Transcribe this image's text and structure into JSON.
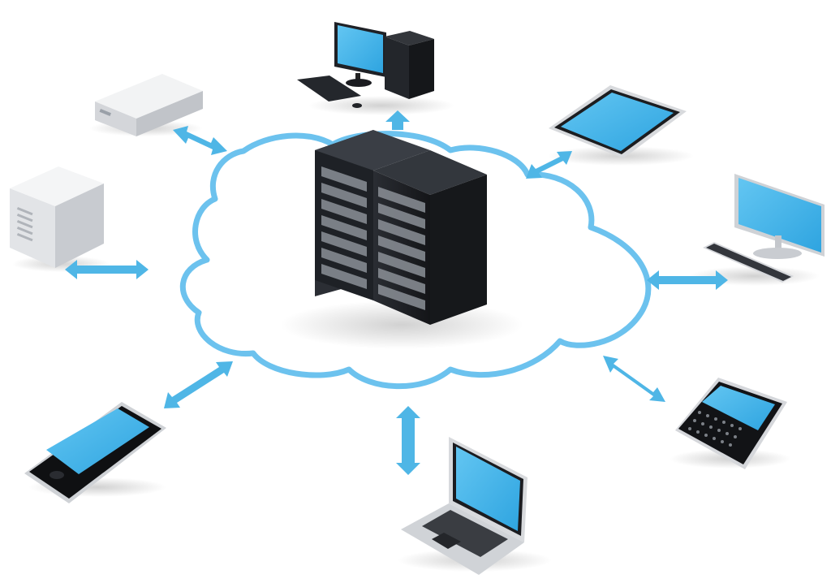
{
  "colors": {
    "accent_blue": "#4fb6e6",
    "cloud_stroke": "#6cc2ee",
    "screen_blue": "#4ab8ec",
    "server_dark": "#1d1f24",
    "device_white": "#ecedef",
    "device_gray": "#c9ccd1",
    "phone_black": "#111214"
  },
  "diagram": {
    "center": {
      "name": "server-rack",
      "icon": "server-rack-icon"
    },
    "cloud": {
      "name": "cloud-network",
      "icon": "cloud-icon"
    },
    "nodes": [
      {
        "name": "desktop-computer",
        "icon": "desktop-computer-icon"
      },
      {
        "name": "tablet",
        "icon": "tablet-icon"
      },
      {
        "name": "monitor-workstation",
        "icon": "monitor-icon"
      },
      {
        "name": "smartphone-qwerty",
        "icon": "qwerty-phone-icon"
      },
      {
        "name": "laptop",
        "icon": "laptop-icon"
      },
      {
        "name": "smartphone-touch",
        "icon": "touch-phone-icon"
      },
      {
        "name": "tower-server",
        "icon": "tower-server-icon"
      },
      {
        "name": "network-appliance",
        "icon": "rack-appliance-icon"
      }
    ],
    "connectors": {
      "style": "double-headed-arrow",
      "icon": "double-arrow-icon"
    }
  }
}
